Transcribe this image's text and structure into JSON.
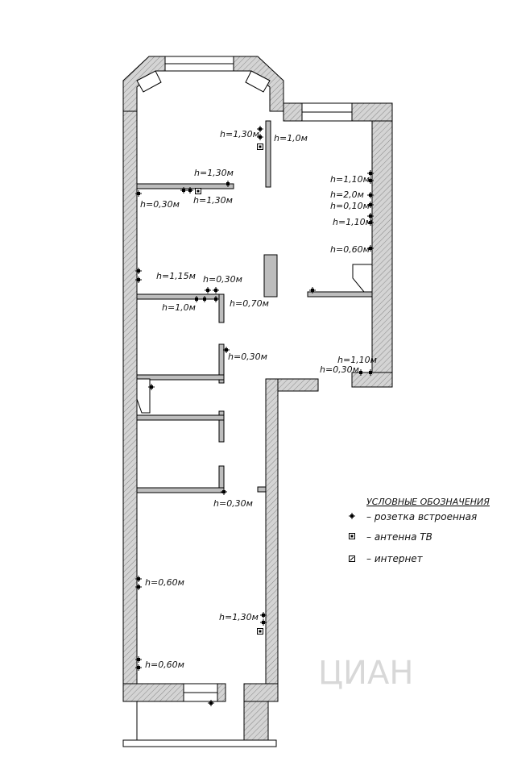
{
  "legend": {
    "title": "УСЛОВНЫЕ ОБОЗНАЧЕНИЯ",
    "items": [
      {
        "symbol": "socket-icon",
        "text": "– розетка встроенная"
      },
      {
        "symbol": "tv-antenna-icon",
        "text": "– антенна ТВ"
      },
      {
        "symbol": "internet-icon",
        "text": "– интернет"
      }
    ]
  },
  "labels": [
    "h=1,30м",
    "h=1,0м",
    "h=1,30м",
    "h=0,30м",
    "h=1,30м",
    "h=1,10м",
    "h=2,0м",
    "h=0,10м",
    "h=1,10м",
    "h=0,60м",
    "h=1,15м",
    "h=0,30м",
    "h=1,0м",
    "h=0,70м",
    "h=0,30м",
    "h=1,10м",
    "h=0,30м",
    "h=0,30м",
    "h=0,60м",
    "h=1,30м",
    "h=0,60м"
  ],
  "watermark": "ЦИАН",
  "colors": {
    "wall": "#bdbdbd",
    "wall_stroke": "#000000",
    "text": "#111111"
  }
}
